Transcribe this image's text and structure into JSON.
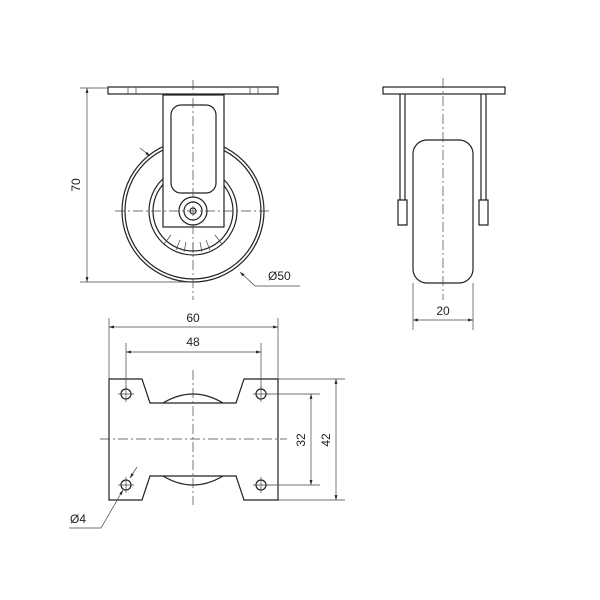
{
  "dimensions": {
    "height": "70",
    "wheel_diameter": "Ø50",
    "wheel_width": "20",
    "plate_width": "60",
    "hole_spacing_x": "48",
    "hole_spacing_y": "32",
    "plate_depth": "42",
    "hole_diameter": "Ø4"
  },
  "colors": {
    "line": "#222222",
    "background": "#ffffff"
  }
}
